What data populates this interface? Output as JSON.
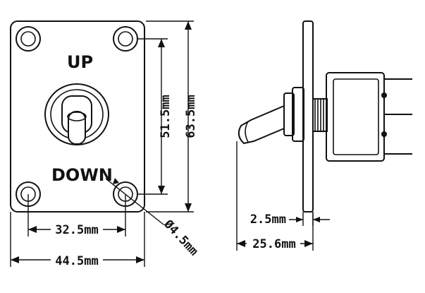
{
  "labels": {
    "up": "UP",
    "down": "DOWN"
  },
  "dimensions": {
    "height_outer": "63.5mm",
    "height_holes": "51.5mm",
    "width_holes": "32.5mm",
    "width_outer": "44.5mm",
    "hole_diameter": "Ø4.5mm",
    "plate_thickness": "2.5mm",
    "side_depth": "25.6mm"
  }
}
